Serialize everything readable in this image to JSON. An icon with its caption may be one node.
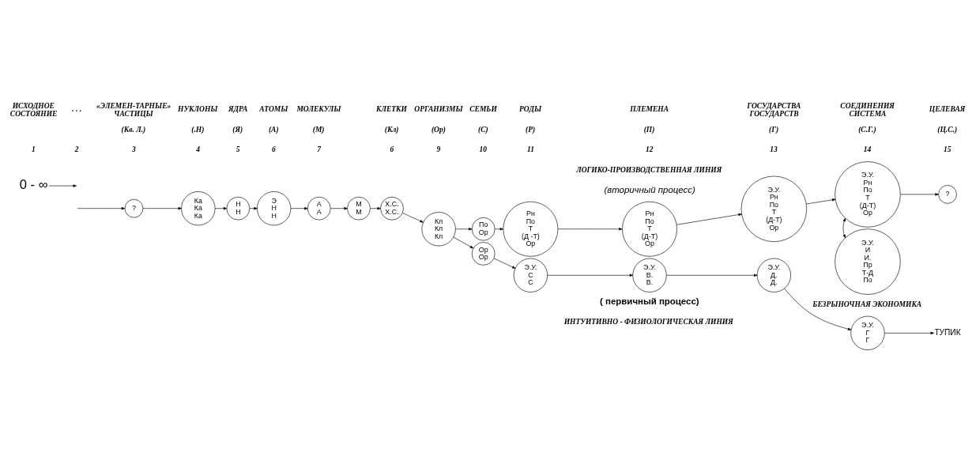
{
  "diagram": {
    "nodes": [
      {
        "text": [
          "0 - ∞"
        ]
      },
      {
        "text": [
          "?"
        ]
      },
      {
        "text": [
          "Ка",
          "Ка",
          "Ка"
        ]
      },
      {
        "text": [
          "Н",
          "Н"
        ]
      },
      {
        "text": [
          "Э",
          "Н",
          "Н"
        ]
      },
      {
        "text": [
          "А",
          "А"
        ]
      },
      {
        "text": [
          "М",
          "М"
        ]
      },
      {
        "text": [
          "Х.С.",
          "Х.С."
        ]
      },
      {
        "text": [
          "Кл",
          "Кл",
          "Кл"
        ]
      },
      {
        "text": [
          "Ор",
          "Ор"
        ]
      },
      {
        "text": [
          "Э.У.",
          "С",
          "С"
        ]
      },
      {
        "text": [
          "Э.У.",
          "В.",
          "В."
        ]
      },
      {
        "text": [
          "Э.У.",
          "Д.",
          "Д."
        ]
      },
      {
        "text": [
          "Э.У.",
          "Г",
          "Г"
        ]
      },
      {
        "text": [
          "ТУПИК"
        ]
      },
      {
        "text": [
          "По",
          "Ор"
        ]
      },
      {
        "text": [
          "Рн",
          "По",
          "Т",
          "(Д -Т)",
          "Ор"
        ]
      },
      {
        "text": [
          "Рн",
          "По",
          "Т",
          "(Д-Т)",
          "Ор"
        ]
      },
      {
        "text": [
          "Э.У.",
          "Рн",
          "По",
          "Т",
          "(Д-Т)",
          "Ор"
        ]
      },
      {
        "text": [
          "Э.У.",
          "Рн",
          "По",
          "Т",
          "(Д-Т)",
          "Ор"
        ]
      },
      {
        "text": [
          "?"
        ]
      },
      {
        "text": [
          "Э.У.",
          "И",
          "И.",
          "Пр",
          "Т-Д",
          "По"
        ]
      }
    ],
    "edges": [
      {
        "from": 0,
        "to": null,
        "arrow": "to"
      },
      {
        "from": null,
        "to": 1,
        "arrow": "to"
      },
      {
        "from": 1,
        "to": 2,
        "arrow": "to"
      },
      {
        "from": 2,
        "to": 3,
        "arrow": "to"
      },
      {
        "from": 3,
        "to": 4,
        "arrow": "to"
      },
      {
        "from": 4,
        "to": 5,
        "arrow": "to"
      },
      {
        "from": 5,
        "to": 6,
        "arrow": "to"
      },
      {
        "from": 6,
        "to": 7,
        "arrow": "to"
      },
      {
        "from": 7,
        "to": 8,
        "arrow": "to"
      },
      {
        "from": 8,
        "to": 9,
        "arrow": "to"
      },
      {
        "from": 9,
        "to": 10,
        "arrow": "to"
      },
      {
        "from": 10,
        "to": 11,
        "arrow": "to"
      },
      {
        "from": 11,
        "to": 12,
        "arrow": "to"
      },
      {
        "from": 12,
        "to": 13,
        "arrow": "to"
      },
      {
        "from": 13,
        "to": 14,
        "arrow": "to"
      },
      {
        "from": 8,
        "to": 15,
        "arrow": "to"
      },
      {
        "from": 15,
        "to": 16,
        "arrow": "to"
      },
      {
        "from": 16,
        "to": 17,
        "arrow": "to"
      },
      {
        "from": 17,
        "to": 18,
        "arrow": "to"
      },
      {
        "from": 18,
        "to": 19,
        "arrow": "to"
      },
      {
        "from": 19,
        "to": 20,
        "arrow": "to"
      },
      {
        "from": 19,
        "to": 21,
        "arrow": "both"
      }
    ],
    "labels": [
      "ИСХОДНОЕ СОСТОЯНИЕ",
      ". . .",
      "«ЭЛЕМЕН-ТАРНЫЕ» ЧАСТИЦЫ",
      "НУКЛОНЫ",
      "ЯДРА",
      "АТОМЫ",
      "МОЛЕКУЛЫ",
      "КЛЕТКИ",
      "ОРГАНИЗМЫ",
      "СЕМЬИ",
      "РОДЫ",
      "ПЛЕМЕНА",
      "ГОСУДАРСТВА ГОСУДАРСТВ",
      "СОЕДИНЕНИЯ СИСТЕМА",
      "ЦЕЛЕВАЯ",
      "(Кв. Л.)",
      "(.Н)",
      "(Я)",
      "(А)",
      "(М)",
      "(Кл)",
      "(Ор)",
      "(С)",
      "(Р)",
      "(П)",
      "(Г)",
      "(С.Г.)",
      "(Ц.С.)",
      "1",
      "2",
      "3",
      "4",
      "5",
      "6",
      "7",
      "6",
      "9",
      "10",
      "11",
      "12",
      "13",
      "14",
      "15",
      "ЛОГИКО-ПРОИЗВОДСТВЕННАЯ ЛИНИЯ",
      "(вторичный процесс)",
      "БЕЗРЫНОЧНАЯ ЭКОНОМИКА",
      "( первичный процесс)",
      "ИНТУИТИВНО - ФИЗИОЛОГИЧЕСКАЯ ЛИНИЯ"
    ]
  }
}
